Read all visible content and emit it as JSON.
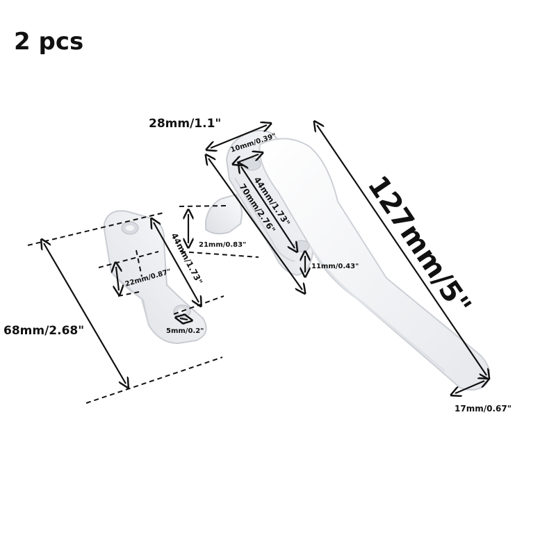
{
  "title": "2 pcs",
  "dimensions": {
    "total_length": "127mm/5\"",
    "lever_width": "17mm/0.67\"",
    "base_width": "28mm/1.1\"",
    "slot_width": "10mm/0.39\"",
    "handle_hole_spacing": "44mm/1.73\"",
    "handle_base_length": "70mm/2.76\"",
    "catch_height": "21mm/0.83\"",
    "base_depth": "11mm/0.43\"",
    "keeper_hole_spacing": "44mm/1.73\"",
    "keeper_length": "68mm/2.68\"",
    "keeper_step": "22mm/0.87\"",
    "screw_hole": "5mm/0.2\""
  }
}
